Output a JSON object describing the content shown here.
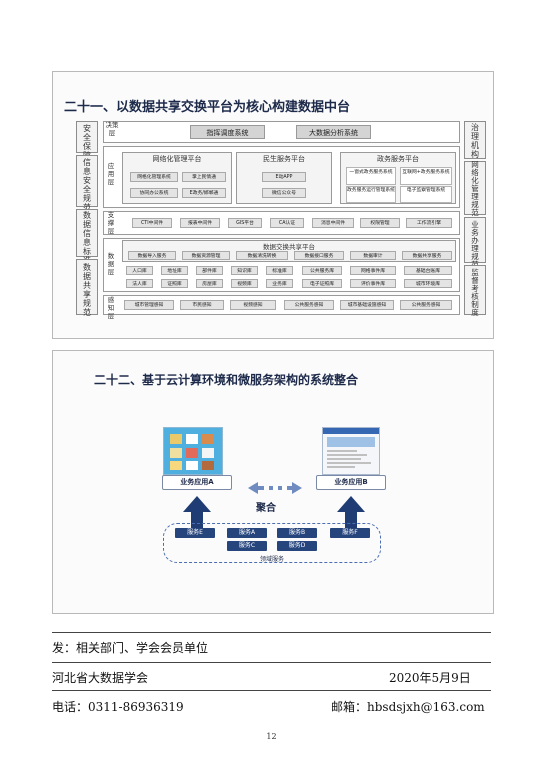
{
  "section1": {
    "title": "二十一、以数据共享交换平台为核心构建数据中台",
    "left_boxes": [
      "安全保障",
      "信息安全规范",
      "数据信息标准",
      "数据共享规范"
    ],
    "right_boxes": [
      "治理机构",
      "网络化管理规范",
      "业务办理规范",
      "监督考核制度"
    ],
    "decision": {
      "label": "决策层",
      "items": [
        "指挥调度系统",
        "大数据分析系统"
      ]
    },
    "application": {
      "label": "应用层",
      "groups": [
        {
          "title": "网络化管理平台",
          "items": [
            "网格化管理系统",
            "掌上民情通",
            "协同办公系统",
            "E政务/邯郸通"
          ]
        },
        {
          "title": "民生服务平台",
          "items": [
            "E动APP",
            "微信公众号"
          ]
        },
        {
          "title": "政务服务平台",
          "items": [
            "一窗式政务服务系统",
            "互联网+政务服务系统",
            "政务服务运行管理系统",
            "电子监察管理系统"
          ]
        }
      ]
    },
    "support": {
      "label": "支撑层",
      "items": [
        "CTI中间件",
        "报表中间件",
        "GIS平台",
        "CA认证",
        "消息中间件",
        "权限管理",
        "工作流引擎"
      ]
    },
    "data": {
      "label": "数据层",
      "platform_title": "数据交换共享平台",
      "platform_items": [
        "数据导入服务",
        "数据资源管理",
        "数据清洗转换",
        "数据接口服务",
        "数据审计",
        "数据共享服务"
      ],
      "row1": [
        "人口库",
        "地址库",
        "部件库",
        "知识库",
        "标准库",
        "公共服务库",
        "网格事件库",
        "基础台账库"
      ],
      "row2": [
        "法人库",
        "证照库",
        "房屋库",
        "视频库",
        "业务库",
        "电子证照库",
        "评价事件库",
        "城市环境库"
      ]
    },
    "perception": {
      "label": "感知层",
      "items": [
        "城市管理感知",
        "市民感知",
        "视频感知",
        "公共服务感知",
        "城市基础设施感知",
        "公共服务感知"
      ]
    }
  },
  "section2": {
    "title": "二十二、基于云计算环境和微服务架构的系统整合",
    "app_a": "业务应用A",
    "app_b": "业务应用B",
    "aggregate": "聚合",
    "services": [
      "服务E",
      "服务A",
      "服务B",
      "服务F",
      "服务C",
      "服务D"
    ],
    "domain": "领域服务"
  },
  "footer": {
    "send": "发：相关部门、学会会员单位",
    "org": "河北省大数据学会",
    "date": "2020年5月9日",
    "phone": "电话：0311-86936319",
    "email": "邮箱：hbsdsjxh@163.com",
    "page": "12"
  },
  "colors": {
    "title": "#1d2a4a",
    "service_blue": "#27457d",
    "arrow_blue": "#1f3c74",
    "domain_dash": "#4a6fb0"
  }
}
